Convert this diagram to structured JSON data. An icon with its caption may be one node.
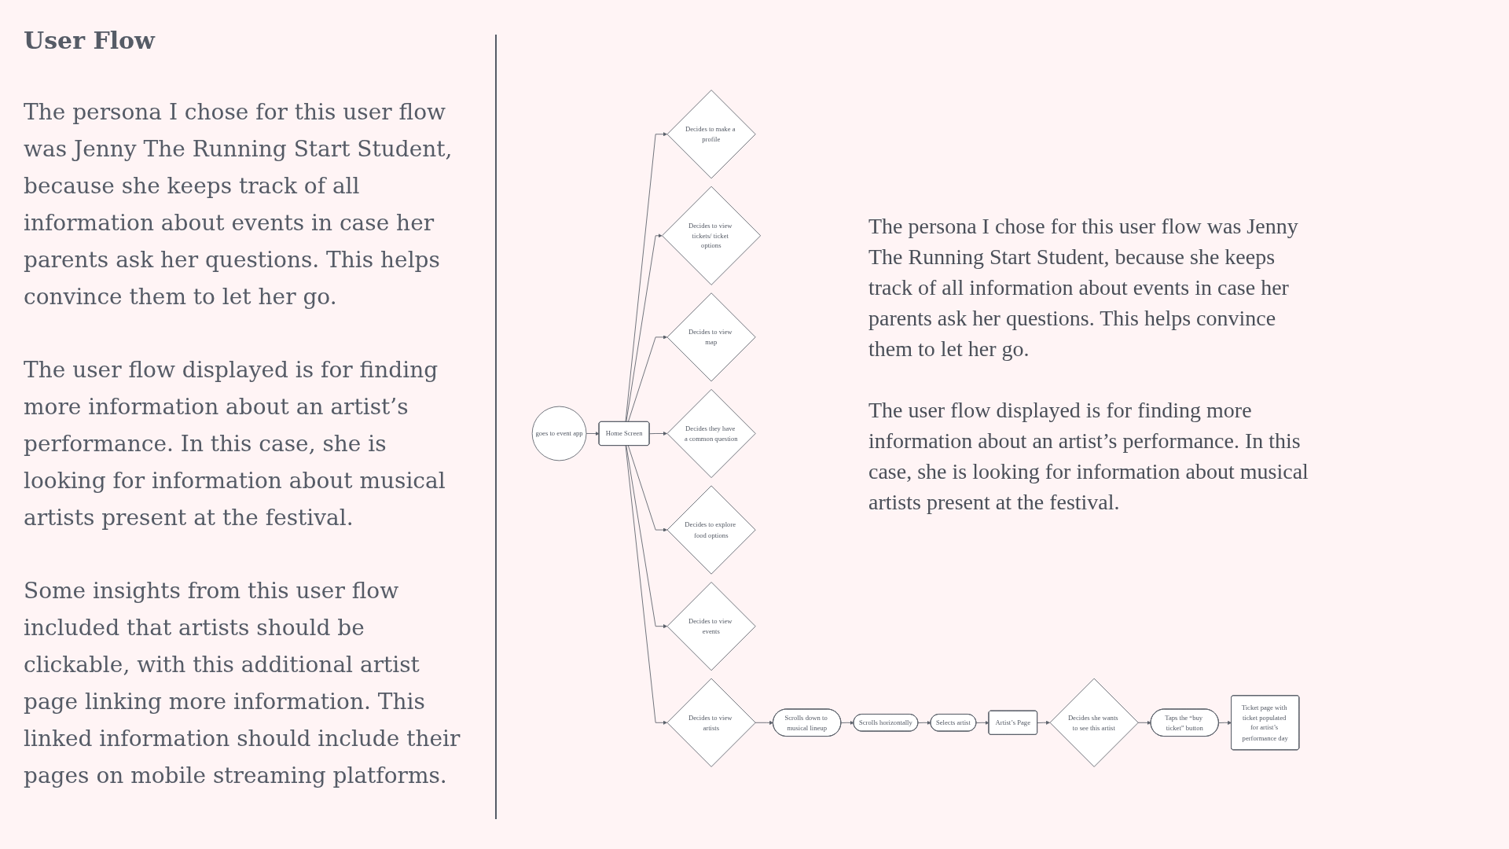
{
  "diagram": {
    "title": "User Flow",
    "nodes": [
      {
        "text": [
          "goes to event app"
        ]
      },
      {
        "text": [
          "Home Screen"
        ]
      },
      {
        "text": [
          "Decides to make a profile"
        ]
      },
      {
        "text": [
          "Decides to view tickets/ ticket options"
        ]
      },
      {
        "text": [
          "Decides to view map"
        ]
      },
      {
        "text": [
          "Decides they have a common question"
        ]
      },
      {
        "text": [
          "Decides to explore food options"
        ]
      },
      {
        "text": [
          "Decides to view events"
        ]
      },
      {
        "text": [
          "Decides to view artists"
        ]
      },
      {
        "text": [
          "Scrolls down to musical lineup"
        ]
      },
      {
        "text": [
          "Scrolls horizontally"
        ]
      },
      {
        "text": [
          "Selects artist"
        ]
      },
      {
        "text": [
          "Artist’s Page"
        ]
      },
      {
        "text": [
          "Decides she wants to see this artist"
        ]
      },
      {
        "text": [
          "Taps the “buy ticket” button"
        ]
      },
      {
        "text": [
          "Ticket page with ticket populated for artist’s performance day"
        ]
      }
    ],
    "edges": [
      {
        "from": 0,
        "to": 1,
        "arrow": "to"
      },
      {
        "from": 1,
        "to": 2,
        "arrow": "to"
      },
      {
        "from": 1,
        "to": 3,
        "arrow": "to"
      },
      {
        "from": 1,
        "to": 4,
        "arrow": "to"
      },
      {
        "from": 1,
        "to": 5,
        "arrow": "to"
      },
      {
        "from": 1,
        "to": 6,
        "arrow": "to"
      },
      {
        "from": 1,
        "to": 7,
        "arrow": "to"
      },
      {
        "from": 1,
        "to": 8,
        "arrow": "to"
      },
      {
        "from": 8,
        "to": 9,
        "arrow": "to"
      },
      {
        "from": 9,
        "to": 10,
        "arrow": "to"
      },
      {
        "from": 10,
        "to": 11,
        "arrow": "to"
      },
      {
        "from": 11,
        "to": 12,
        "arrow": "to"
      },
      {
        "from": 12,
        "to": 13,
        "arrow": "to"
      },
      {
        "from": 13,
        "to": 14,
        "arrow": "to"
      },
      {
        "from": 14,
        "to": 15,
        "arrow": "to"
      }
    ],
    "labels": [
      "The persona I chose for this user flow was Jenny The Running Start Student, because she keeps track of all information about events in case her parents ask her questions. This helps convince them to let her go.",
      "The user flow displayed is for finding more information about an artist’s performance. In this case, she is looking for information about musical artists present at the festival.",
      "Some insights from this user flow included that artists should be clickable, with this additional artist page linking more information. This linked information should include their pages on mobile streaming platforms.",
      "The persona I chose for this user flow was Jenny The Running Start Student, because she keeps track of all information about events in case her parents ask her questions. This helps convince them to let her go.",
      "The user flow displayed is for finding more information about an artist’s performance. In this case, she is looking for information about musical artists present at the festival."
    ]
  }
}
